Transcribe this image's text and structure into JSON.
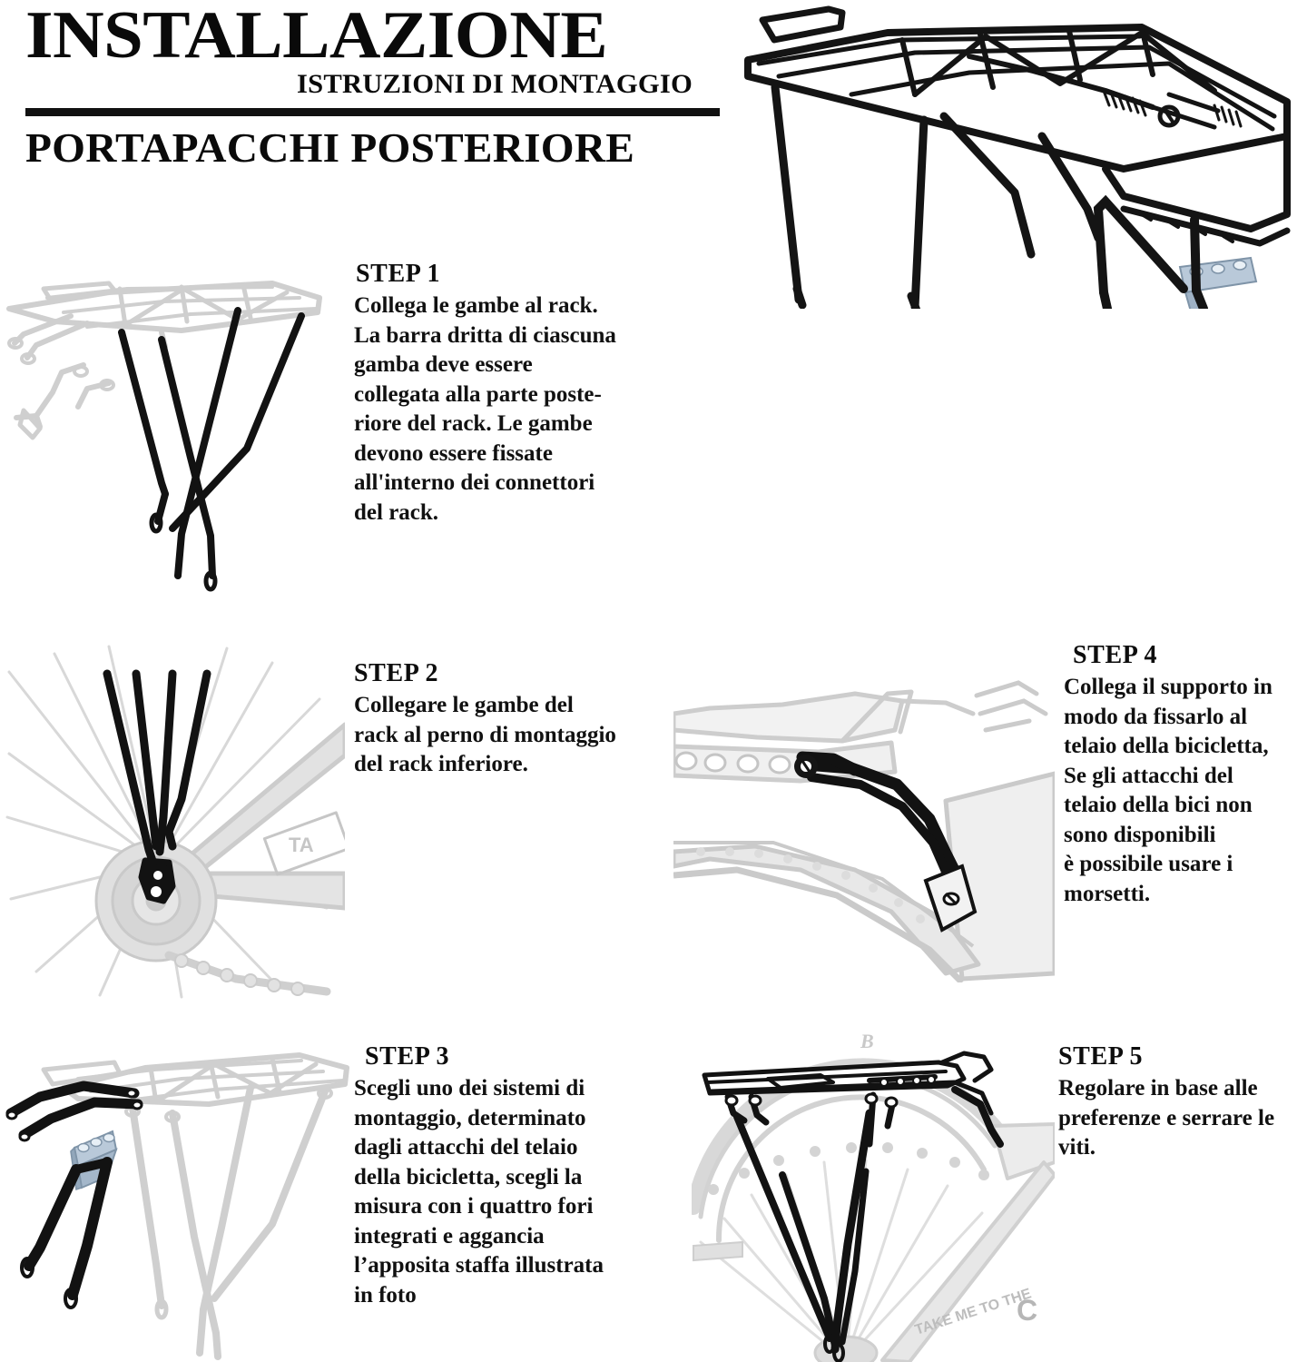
{
  "header": {
    "main_title": "INSTALLAZIONE",
    "sub_title": "ISTRUZIONI DI MONTAGGIO",
    "product_title": "PORTAPACCHI POSTERIORE"
  },
  "steps": [
    {
      "id": "step1",
      "heading": "STEP 1",
      "body": "Collega le gambe al rack.\nLa barra dritta di ciascuna\ngamba deve essere\ncollegata alla parte poste-\nriore del rack. Le gambe\ndevono essere fissate\nall'interno dei connettori\ndel rack."
    },
    {
      "id": "step2",
      "heading": "STEP 2",
      "body": "Collegare le gambe del\nrack al perno di montaggio\ndel rack inferiore."
    },
    {
      "id": "step3",
      "heading": "STEP 3",
      "body": "Scegli uno dei sistemi di\nmontaggio, determinato\ndagli attacchi del telaio\ndella bicicletta, scegli la\nmisura con i quattro fori\nintegrati e aggancia\nl’apposita staffa illustrata\nin foto"
    },
    {
      "id": "step4",
      "heading": "STEP 4",
      "body": "Collega il supporto in\nmodo da fissarlo al\ntelaio della bicicletta,\nSe gli attacchi del\ntelaio della bici non\nsono disponibili\nè possibile usare i\nmorsetti."
    },
    {
      "id": "step5",
      "heading": "STEP 5",
      "body": "Regolare in base alle\npreferenze e serrare le\nviti."
    }
  ],
  "illustrations": {
    "hero": {
      "name": "rear-bike-rack-photo",
      "caption_text": ""
    },
    "step1": {
      "name": "rack-with-legs-highlighted"
    },
    "step2": {
      "name": "rear-wheel-hub-mount",
      "frame_decal": "TA"
    },
    "step3": {
      "name": "rack-with-stays-and-bracket"
    },
    "step4": {
      "name": "support-arm-on-frame"
    },
    "step5": {
      "name": "rack-installed-on-wheel",
      "frame_decal": "TAKE ME TO THE C",
      "top_mark": "B"
    }
  },
  "colors": {
    "background": "#ffffff",
    "ink": "#111111",
    "ghost_light": "#d9d9d9",
    "ghost_mid": "#c2c2c2",
    "ghost_dark": "#ababab",
    "metal_bracket": "#b9c9d9",
    "metal_bracket_shadow": "#8fa4b8"
  }
}
